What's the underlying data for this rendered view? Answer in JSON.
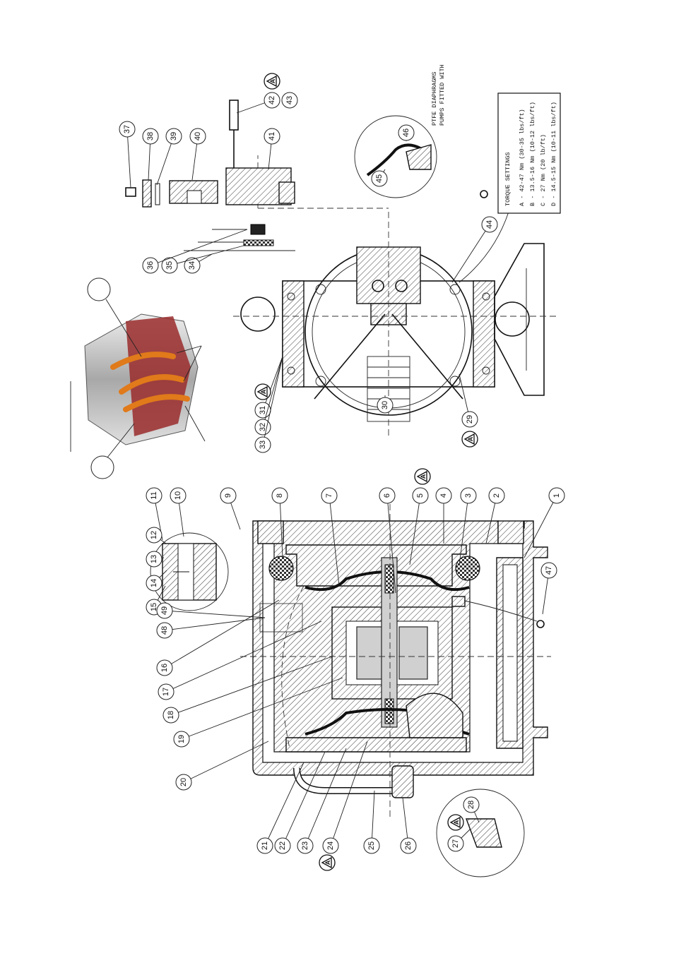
{
  "balloons": [
    "1",
    "2",
    "3",
    "4",
    "5",
    "6",
    "7",
    "8",
    "9",
    "10",
    "11",
    "12",
    "13",
    "14",
    "15",
    "16",
    "17",
    "18",
    "19",
    "20",
    "21",
    "22",
    "23",
    "24",
    "25",
    "26",
    "27",
    "28",
    "29",
    "30",
    "31",
    "32",
    "33",
    "34",
    "35",
    "36",
    "37",
    "38",
    "39",
    "40",
    "41",
    "42",
    "43",
    "44",
    "45",
    "46",
    "47",
    "48",
    "49"
  ],
  "torque_marker": "A",
  "notes": {
    "ptfe_note_line1": "PUMPS FITTED WITH",
    "ptfe_note_line2": "PTFE DIAPHRAGMS"
  },
  "torque_table": {
    "title": "TORQUE SETTINGS",
    "rows": [
      "A  -  42-47 Nm (30-35 lbs/ft)",
      "B  -  13.5-16 Nm (10-12 lbs/ft)",
      "C  -  27 Nm (20 lb/ft)",
      "D  -  14.5-15 Nm (10-11 lbs/ft)"
    ]
  },
  "colors": {
    "line": "#111111",
    "seal_orange": "#e07a1a",
    "housing_red": "#9a2c2c",
    "metal_grey": "#b8b8b8"
  }
}
